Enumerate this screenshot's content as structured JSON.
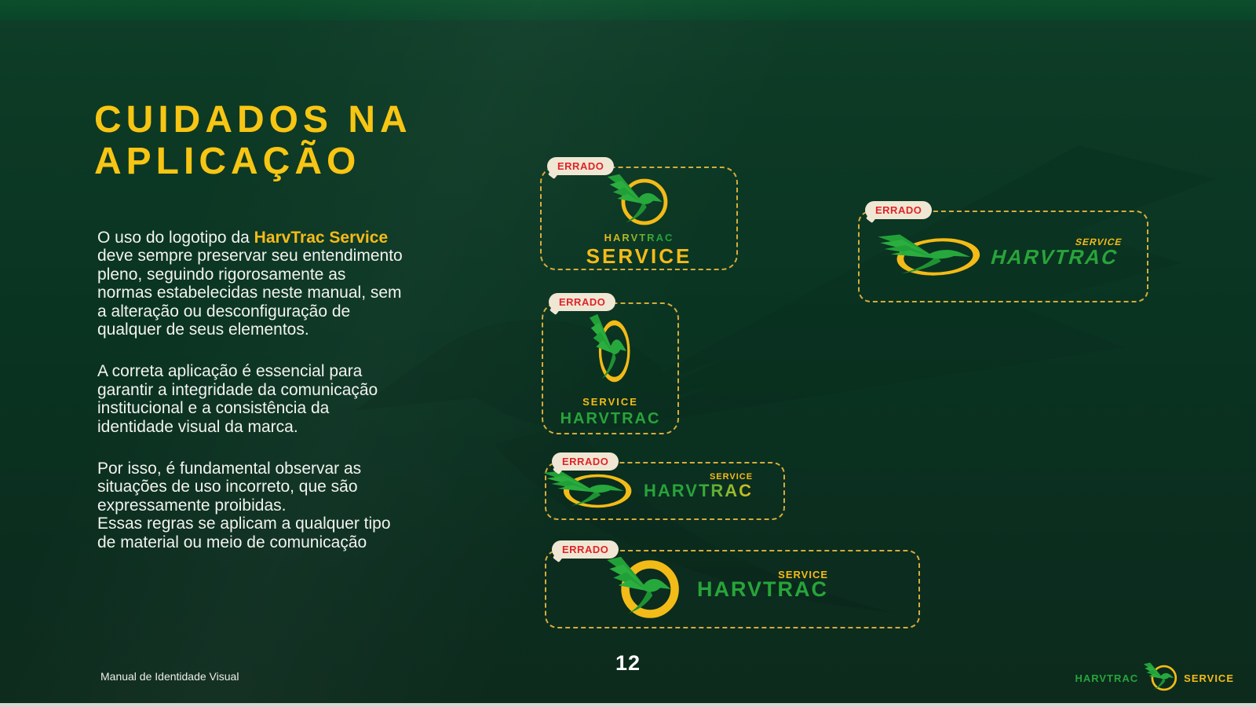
{
  "title": {
    "line1": "CUIDADOS NA",
    "line2": "APLICAÇÃO"
  },
  "body": {
    "p1_prefix": "O uso do logotipo da ",
    "p1_brand": "HarvTrac Service",
    "p1_rest": "\ndeve sempre preservar seu entendimento\npleno, seguindo rigorosamente as\nnormas estabelecidas neste manual, sem\na alteração ou desconfiguração de\nqualquer de seus elementos.",
    "p2": "A correta aplicação é essencial para\ngarantir a integridade da comunicação\ninstitucional e a consistência da\nidentidade visual da marca.",
    "p3": "Por isso, é fundamental observar as\nsituações de uso incorreto, que são\nexpressamente proibidas.\nEssas regras se aplicam a qualquer tipo\nde material ou meio de comunicação"
  },
  "badge": {
    "label": "ERRADO"
  },
  "brand": {
    "wordmark": "HARVTRAC",
    "service": "SERVICE"
  },
  "meta": {
    "doc_label": "Manual de Identidade Visual",
    "page_number": "12"
  },
  "colors": {
    "background_green": "#0A3422",
    "accent_yellow": "#F5BB18",
    "title_yellow": "#F7C513",
    "logo_green": "#28A43A",
    "badge_red": "#E02328",
    "badge_bg": "#EFE7D3",
    "dashed_border": "#D5AC3B"
  }
}
